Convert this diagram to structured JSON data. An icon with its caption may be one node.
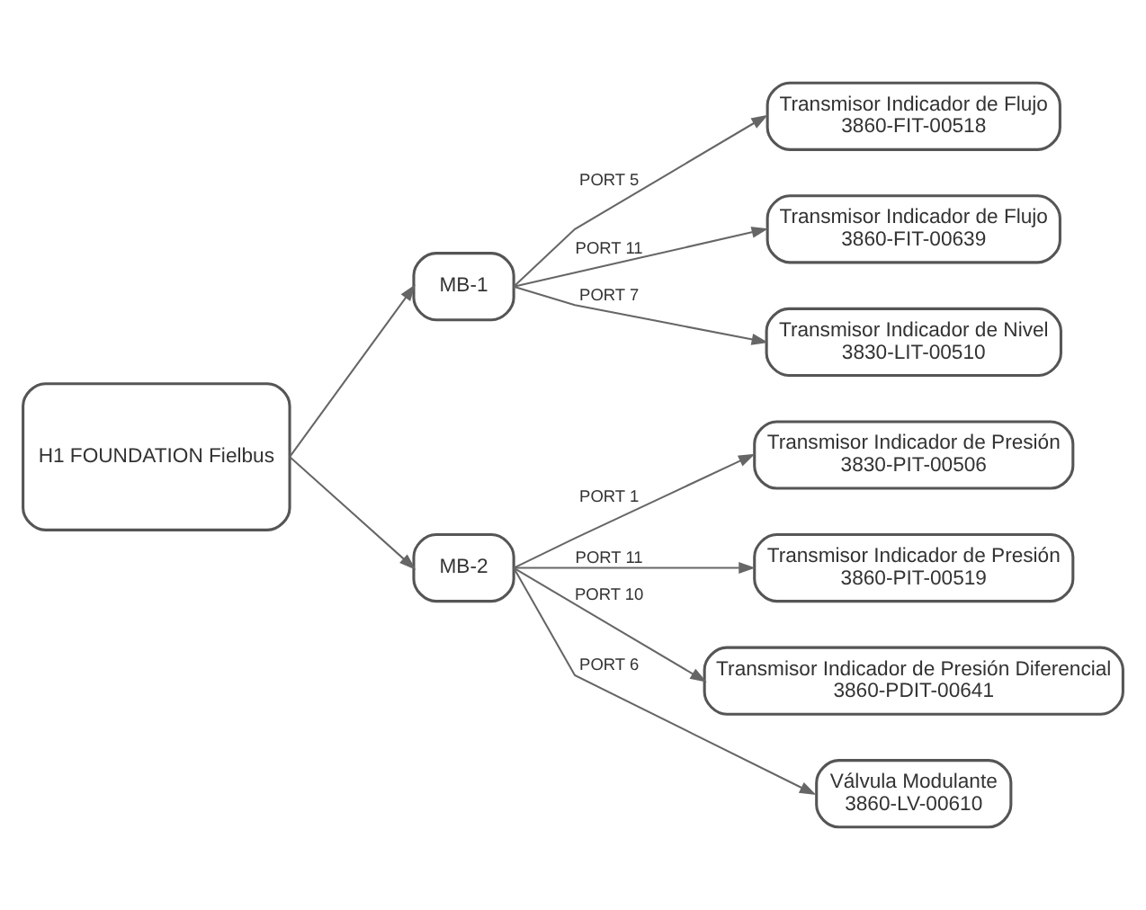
{
  "diagram": {
    "nodes": [
      {
        "text": [
          "H1 FOUNDATION Fielbus"
        ]
      },
      {
        "text": [
          "MB-1"
        ]
      },
      {
        "text": [
          "MB-2"
        ]
      },
      {
        "text": [
          "Transmisor Indicador de Flujo",
          "3860-FIT-00518"
        ]
      },
      {
        "text": [
          "Transmisor Indicador de Flujo",
          "3860-FIT-00639"
        ]
      },
      {
        "text": [
          "Transmisor Indicador de Nivel",
          "3830-LIT-00510"
        ]
      },
      {
        "text": [
          "Transmisor Indicador de Presión",
          "3830-PIT-00506"
        ]
      },
      {
        "text": [
          "Transmisor Indicador de Presión",
          "3860-PIT-00519"
        ]
      },
      {
        "text": [
          "Transmisor Indicador de Presión Diferencial",
          "3860-PDIT-00641"
        ]
      },
      {
        "text": [
          "Válvula Modulante",
          "3860-LV-00610"
        ]
      }
    ],
    "edges": [
      {
        "from": 0,
        "to": 1,
        "arrow": "to"
      },
      {
        "from": 0,
        "to": 2,
        "arrow": "to"
      },
      {
        "from": 1,
        "to": 3,
        "arrow": "to",
        "label": "PORT 5"
      },
      {
        "from": 1,
        "to": 4,
        "arrow": "to",
        "label": "PORT 11"
      },
      {
        "from": 1,
        "to": 5,
        "arrow": "to",
        "label": "PORT 7"
      },
      {
        "from": 2,
        "to": 6,
        "arrow": "to",
        "label": "PORT 1"
      },
      {
        "from": 2,
        "to": 7,
        "arrow": "to",
        "label": "PORT 11"
      },
      {
        "from": 2,
        "to": 8,
        "arrow": "to",
        "label": "PORT 10"
      },
      {
        "from": 2,
        "to": 9,
        "arrow": "to",
        "label": "PORT 6"
      }
    ]
  }
}
